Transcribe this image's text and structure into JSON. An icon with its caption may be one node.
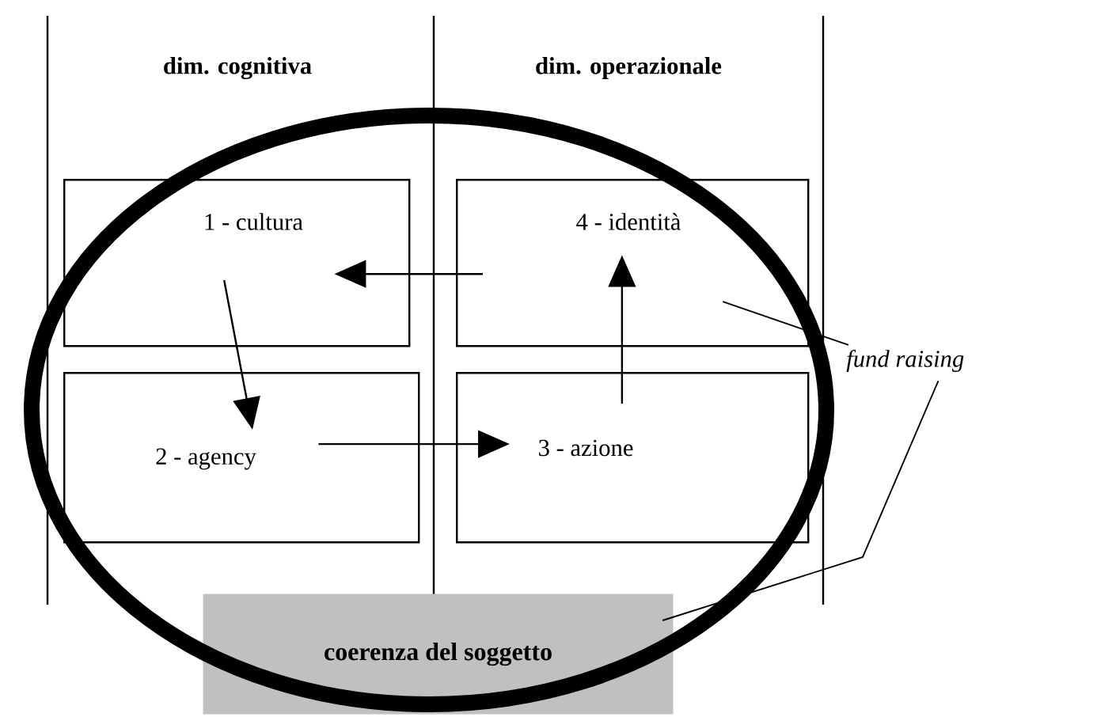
{
  "diagram": {
    "nodes": [
      {
        "text": [
          "1 - cultura"
        ]
      },
      {
        "text": [
          "4 - identità"
        ]
      },
      {
        "text": [
          "2 - agency"
        ]
      },
      {
        "text": [
          "3 - azione"
        ]
      },
      {
        "text": [
          "fund raising"
        ]
      },
      {
        "text": [
          "coerenza del soggetto"
        ]
      }
    ],
    "edges": [
      {
        "from": 0,
        "to": 2,
        "arrow": "to"
      },
      {
        "from": 1,
        "to": 0,
        "arrow": "to"
      },
      {
        "from": 2,
        "to": 3,
        "arrow": "to"
      },
      {
        "from": 3,
        "to": 1,
        "arrow": "to"
      },
      {
        "from": 4,
        "to": 1,
        "arrow": "none"
      },
      {
        "from": 4,
        "to": 5,
        "arrow": "none"
      }
    ],
    "labels": [
      "dim. cognitiva",
      "dim. operazionale"
    ]
  }
}
